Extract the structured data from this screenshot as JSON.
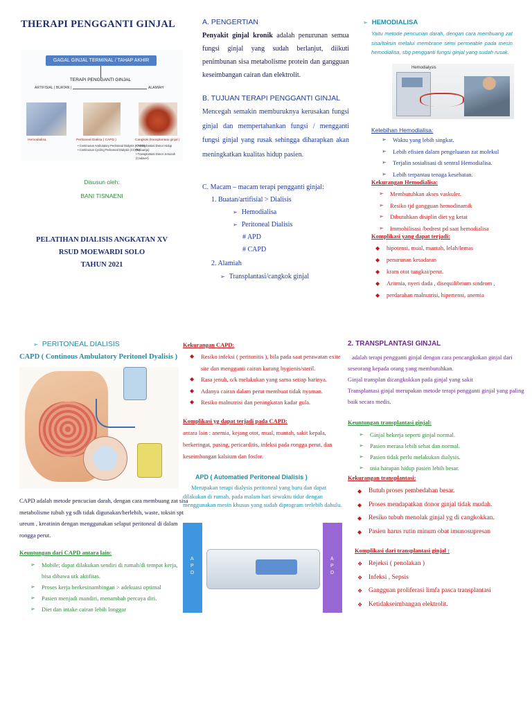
{
  "panel1": {
    "title": "THERAPI PENGGANTI GINJAL",
    "diagram": {
      "banner": "GAGAL GINJAL TERMINAL / TAHAP AKHIR",
      "center": "TERAPI PENGGANTI GINJAL",
      "left": "ARTIFISIAL ( BUATAN )",
      "right": "ALAMIAH",
      "cap1": "Hemodialisa",
      "cap2": "Peritoneal Dialisa ( CAPD )",
      "cap3": "Cangkok (transplantasi ginjal )",
      "notes_left": [
        "• Continuous Ambulatory Peritoneal Dialysis (CAPD)",
        "• Continuous Cycling Peritoneal Dialysis (CCPD)"
      ],
      "notes_right": [
        "• Transplantasi Donor Hidup (Keluarga)",
        "• Transplantasi Donor Jenazah (Cadaver)"
      ]
    },
    "disusun": "Disusun oleh:",
    "author": "BANI TISNAENI",
    "footer": [
      "PELATIHAN DIALISIS ANGKATAN XV",
      "RSUD MOEWARDI SOLO",
      "TAHUN 2021"
    ]
  },
  "panel2": {
    "a_title": "A.  PENGERTIAN",
    "a_bold": "Penyakit ginjal kronik",
    "a_text": " adalah penurunan semua fungsi ginjal yang sudah berlanjut, diikuti penimbunan sisa metabolisme protein dan gangguan keseimbangan cairan dan elektrolit.",
    "b_title": "B.  TUJUAN TERAPI PENGGANTI GINJAL",
    "b_text": "Mencegah semakin memburuknya kerusakan fungsi ginjal dan mempertahankan fungsi / mengganti fungsi ginjal yang rusak sehingga diharapkan akan meningkatkan kualitas hidup pasien.",
    "c_title": "C.  Macam – macam terapi pengganti ginjal:",
    "c1": "1.   Buatan/artifisial > Dialisis",
    "c1a": "Hemodialisa",
    "c1b": "Peritoneal Dialisis",
    "c1c": "# APD",
    "c1d": "# CAPD",
    "c2": "2.   Alamiah",
    "c2a": "Transplantasi/cangkok ginjal"
  },
  "panel3": {
    "title": "HEMODIALISA",
    "text": "Yaitu metode pencucian darah, dengan cara membuang zat sisa/toksin melalui membrane semi permeable pada mesin hemodialisa, sbg pengganti fungsi ginjal yang sudah rusak.",
    "img_label": "Hemodialysis",
    "kelebihan_title": "Kelebihan Hemodialisa:",
    "kelebihan": [
      "Waktu yang lebih singkat.",
      "Lebih efisien dalam pengeluaran zat molekul",
      "Terjalin sosialisasi di sentral Hemodialisa.",
      "Lebih terpantau tenaga kesehatan."
    ],
    "kekurangan_title": "Kekurangan Hemodialisa:",
    "kekurangan": [
      "Membutuhkan akses vaskuler.",
      "Resiko tjd gangguan hemodinamik",
      "Dibutuhkan disiplin diet yg ketat",
      "Immobilisasi /bedrest pd saat hemodialisa"
    ],
    "komplikasi_title": "Komplikasi yang dapat terjadi:",
    "komplikasi": [
      "hipotensi, mual, muntah, lelah/lemas",
      "penurunan kesadaran",
      "kram otot tungkai/perut.",
      "Aritmia, nyeri dada , disequilibrium sindrom ,",
      "perdarahan malnutrisi, hipertensi, anemia"
    ]
  },
  "panel4": {
    "title": "PERITONEAL DIALISIS",
    "subtitle": "CAPD ( Continous Ambulatory Peritonel Dyalisis )",
    "text": "CAPD adalah metode pencucian darah, dengan cara membuang zat sisa metabolisme tubuh yg sdh tidak digunakan/berlebih, waste, toksin spt ureum , kreatinin dengan menggunakan selaput peritoneal di dalam rongga perut.",
    "keuntungan_title": "Keuntungan dari CAPD antara lain:",
    "keuntungan": [
      "Mobile; dapat dilakukan sendiri di rumah/di tempat kerja, bisa dibawa utk aktifitas.",
      "Proses kerja berkesinambingan > adekuasi optimal",
      "Pasien menjadi mandiri, menambah percaya diri.",
      "Diet dan intake cairan lebih longgar"
    ]
  },
  "panel5": {
    "kekurangan_title": "Kekurangan CAPD:",
    "kekurangan": [
      "Resiko infeksi ( peritonitis ), bila pada saat perawatan exite site dan mengganti cairan kurang hygienis/steril.",
      "Rasa jenuh, o/k melakukan yang sama setiap harinya.",
      "Adanya cairan dalam perut membuat tidak nyaman.",
      "Resiko malnutrisi dan peningkatan kadar gula."
    ],
    "komplikasi_title": "Komplikasi yg dapat terjadi pada CAPD:",
    "komplikasi_text": "antara lain : anemia, kejang otot, mual, muntah, sakit kepala, berkeringat, pusing, pericarditis, infeksi pada rongga perut, dan keseimbangan kalsium dan fosfor.",
    "apd_title": "APD ( Automatied Peritoneal Dialisis )",
    "apd_text": "Merupakan terapi dialysis peritoneal yang baru dan dapat dilakukan di rumah, pada malam hari sewaktu tidur dengan menggunakan mesin khusus yang sudah diprogram terlebih dahulu.",
    "apd_side": "APD"
  },
  "panel6": {
    "title": "2. TRANSPLANTASI GINJAL",
    "text1": "adalah terapi pengganti ginjal dengan cara pencangkokan ginjal dari seseorang kepada orang yang membutuhkan.",
    "text2": "Ginjal transplan dicangkokkan pada ginjal yang sakit",
    "text3": "Transplantasi ginjal merupakan metode terapi pengganti ginjal yang paling baik secara medis.",
    "keuntungan_title": "Keuntungan transplantasi ginjal:",
    "keuntungan": [
      "Ginjal bekerja seperti ginjal normal.",
      "Pasien merasa lebih sehat dan normal.",
      "Pasien tidak perlu melakukan dialysis.",
      "usia harapan hidup pasien lebih besar."
    ],
    "kekurangan_title": "Kekurangan transplantasi:",
    "kekurangan": [
      "Butuh proses pembedahan besar.",
      "Proses mendapatkan donor ginjal tidak mudah.",
      "Resiko tubuh menolak ginjal yg di cangkokkan.",
      "Pasien harus rutin minum obat imunosupresan"
    ],
    "komplikasi_title": "Komplikasi dari transplantasi ginjal :",
    "komplikasi": [
      "Rejeksi ( penolakan )",
      "Infeksi , Sepsis",
      "Gangguan proliferasi limfa pasca transplantasi",
      "Ketidakseimbangan elektrolit."
    ]
  },
  "colors": {
    "navy": "#1f3a93",
    "teal": "#1b8fa8",
    "green": "#2e8b3a",
    "red": "#c0171b",
    "purple": "#6a2a8c"
  }
}
